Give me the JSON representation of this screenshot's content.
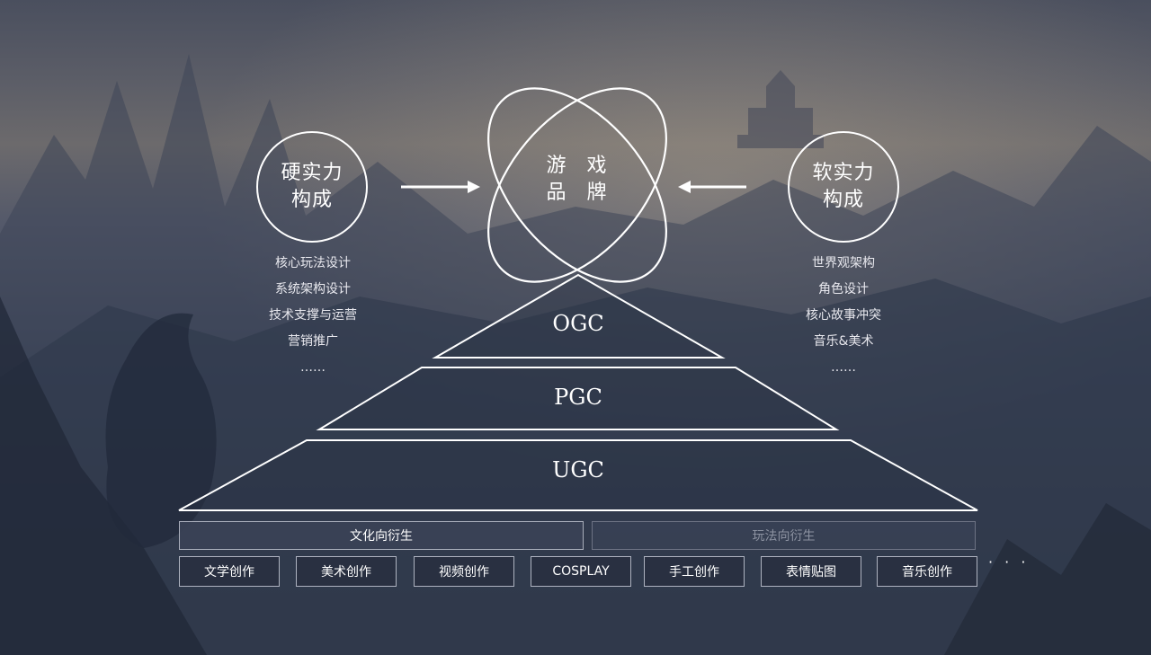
{
  "brand": {
    "line1": "游 戏",
    "line2": "品 牌"
  },
  "hard_power": {
    "title_line1": "硬实力",
    "title_line2": "构成",
    "items": [
      "核心玩法设计",
      "系统架构设计",
      "技术支撑与运营",
      "营销推广",
      "……"
    ]
  },
  "soft_power": {
    "title_line1": "软实力",
    "title_line2": "构成",
    "items": [
      "世界观架构",
      "角色设计",
      "核心故事冲突",
      "音乐&美术",
      "……"
    ]
  },
  "pyramid": {
    "tiers": [
      "OGC",
      "PGC",
      "UGC"
    ]
  },
  "categories": {
    "active": "文化向衍生",
    "inactive": "玩法向衍生"
  },
  "tags": [
    "文学创作",
    "美术创作",
    "视频创作",
    "COSPLAY",
    "手工创作",
    "表情贴图",
    "音乐创作"
  ],
  "more_indicator": "· · ·",
  "icons": {
    "left_arrow": "arrow-right-icon",
    "right_arrow": "arrow-left-icon",
    "atom": "atom-orbit-icon"
  }
}
